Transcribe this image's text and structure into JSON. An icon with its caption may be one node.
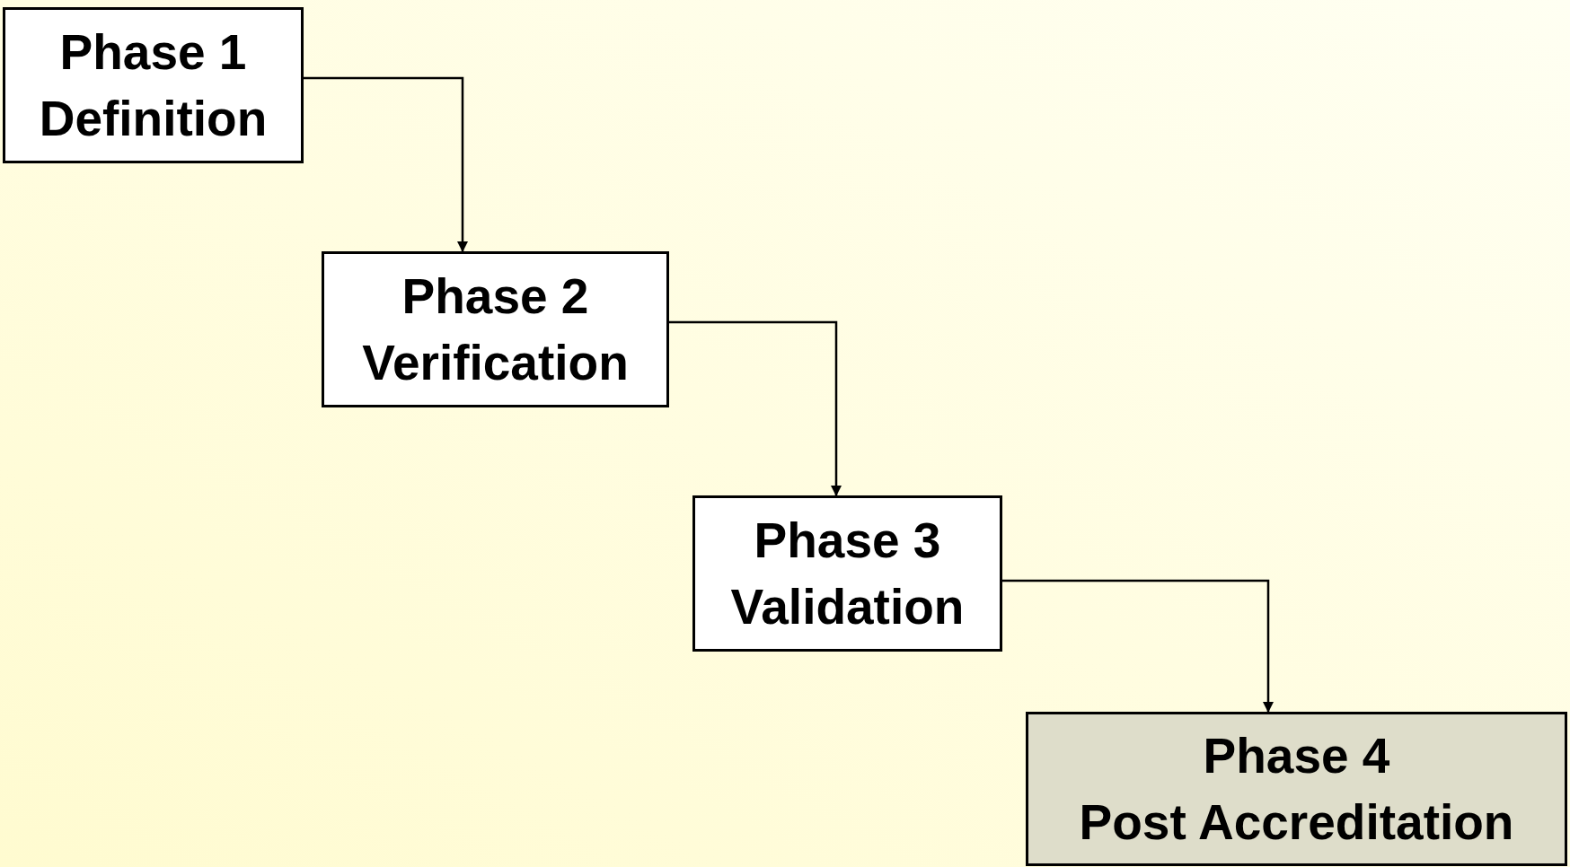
{
  "diagram": {
    "nodes": [
      {
        "text": [
          "Phase 1",
          "Definition"
        ]
      },
      {
        "text": [
          "Phase 2",
          "Verification"
        ]
      },
      {
        "text": [
          "Phase 3",
          "Validation"
        ]
      },
      {
        "text": [
          "Phase 4",
          "Post Accreditation"
        ]
      }
    ],
    "edges": [
      {
        "from": 0,
        "to": 1,
        "arrow": "to"
      },
      {
        "from": 1,
        "to": 2,
        "arrow": "to"
      },
      {
        "from": 2,
        "to": 3,
        "arrow": "to"
      }
    ]
  }
}
